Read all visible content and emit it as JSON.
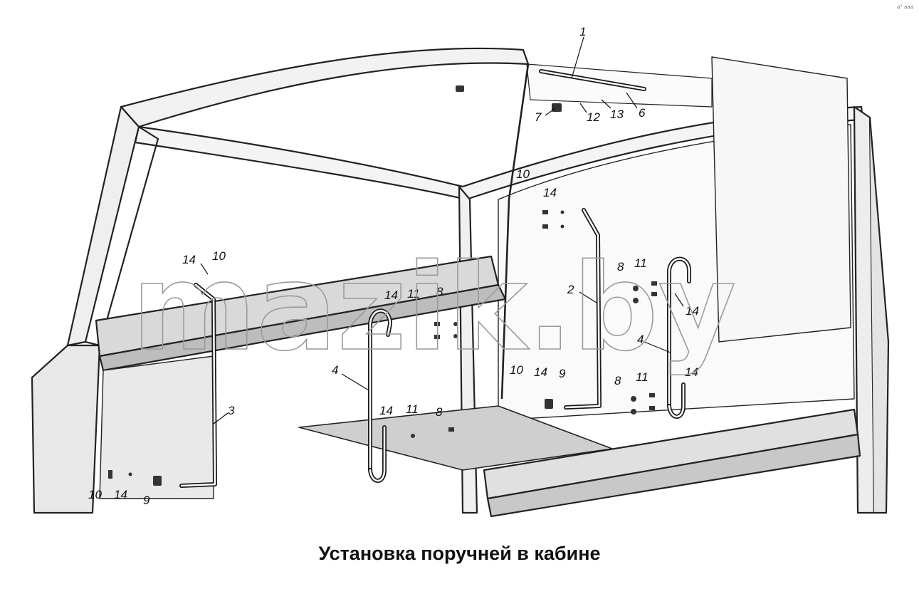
{
  "caption": "Установка поручней в кабине",
  "watermark": "mazik.by",
  "corner_mark": "a° aaa",
  "part_labels": [
    {
      "id": "lbl-1",
      "text": "1"
    },
    {
      "id": "lbl-7",
      "text": "7"
    },
    {
      "id": "lbl-12a",
      "text": "12"
    },
    {
      "id": "lbl-13",
      "text": "13"
    },
    {
      "id": "lbl-6",
      "text": "6"
    },
    {
      "id": "lbl-10a",
      "text": "10"
    },
    {
      "id": "lbl-14a",
      "text": "14"
    },
    {
      "id": "lbl-14b",
      "text": "14"
    },
    {
      "id": "lbl-10b",
      "text": "10"
    },
    {
      "id": "lbl-2",
      "text": "2"
    },
    {
      "id": "lbl-8a",
      "text": "8"
    },
    {
      "id": "lbl-11a",
      "text": "11"
    },
    {
      "id": "lbl-14c",
      "text": "14"
    },
    {
      "id": "lbl-14d",
      "text": "14"
    },
    {
      "id": "lbl-11b",
      "text": "11"
    },
    {
      "id": "lbl-8b",
      "text": "8"
    },
    {
      "id": "lbl-4a",
      "text": "4"
    },
    {
      "id": "lbl-4b",
      "text": "4"
    },
    {
      "id": "lbl-10c",
      "text": "10"
    },
    {
      "id": "lbl-14e",
      "text": "14"
    },
    {
      "id": "lbl-9a",
      "text": "9"
    },
    {
      "id": "lbl-8c",
      "text": "8"
    },
    {
      "id": "lbl-11c",
      "text": "11"
    },
    {
      "id": "lbl-14f",
      "text": "14"
    },
    {
      "id": "lbl-3",
      "text": "3"
    },
    {
      "id": "lbl-14g",
      "text": "14"
    },
    {
      "id": "lbl-11d",
      "text": "11"
    },
    {
      "id": "lbl-8d",
      "text": "8"
    },
    {
      "id": "lbl-10d",
      "text": "10"
    },
    {
      "id": "lbl-14h",
      "text": "14"
    },
    {
      "id": "lbl-9b",
      "text": "9"
    }
  ]
}
